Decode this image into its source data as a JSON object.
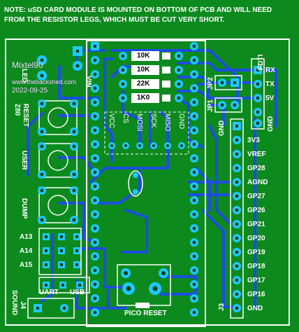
{
  "note": {
    "line1": "NOTE: uSD CARD MODULE IS MOUNTED ON BOTTOM OF PCB AND WILL NEED",
    "line2": "FROM THE RESISTOR LEGS, WHICH MUST BE CUT VERY SHORT."
  },
  "watermark": {
    "name": "Mixtel90",
    "site": "www.thebackshed.com",
    "date": "2022-09-25"
  },
  "left_labels": {
    "z80": "Z80",
    "reset": "RESET",
    "user": "USER",
    "dump": "DUMP",
    "a13": "A13",
    "a14": "A14",
    "a15": "A15",
    "uart": "UART",
    "usb": "USB",
    "j4": "J4",
    "sound": "SOUND",
    "led": "LED",
    "vin": "VIN"
  },
  "resistors": [
    "10K",
    "10K",
    "22K",
    "1K0"
  ],
  "sd_labels": [
    "VCC",
    "CS",
    "MOSI",
    "SCK",
    "MISO",
    "GND"
  ],
  "jumpers": {
    "jp1": "JP1",
    "jp2": "JP2"
  },
  "ftdi": {
    "title": "FDTI",
    "pins": [
      "RX",
      "TX",
      "5V",
      "GND"
    ]
  },
  "header_j3": {
    "name": "J3",
    "pins": [
      "GND",
      "3V3",
      "VREF",
      "GP28",
      "AGND",
      "GP27",
      "GP26",
      "GP21",
      "GP20",
      "GP19",
      "GP18",
      "GP17",
      "GP16",
      "GND"
    ]
  },
  "pico_reset": "PICO RESET",
  "colors": {
    "board": "#0d8a1e",
    "trace": "#1c4de0",
    "pad": "#1ec8ff",
    "silk": "#ffffff",
    "hole": "#0a3e10"
  }
}
